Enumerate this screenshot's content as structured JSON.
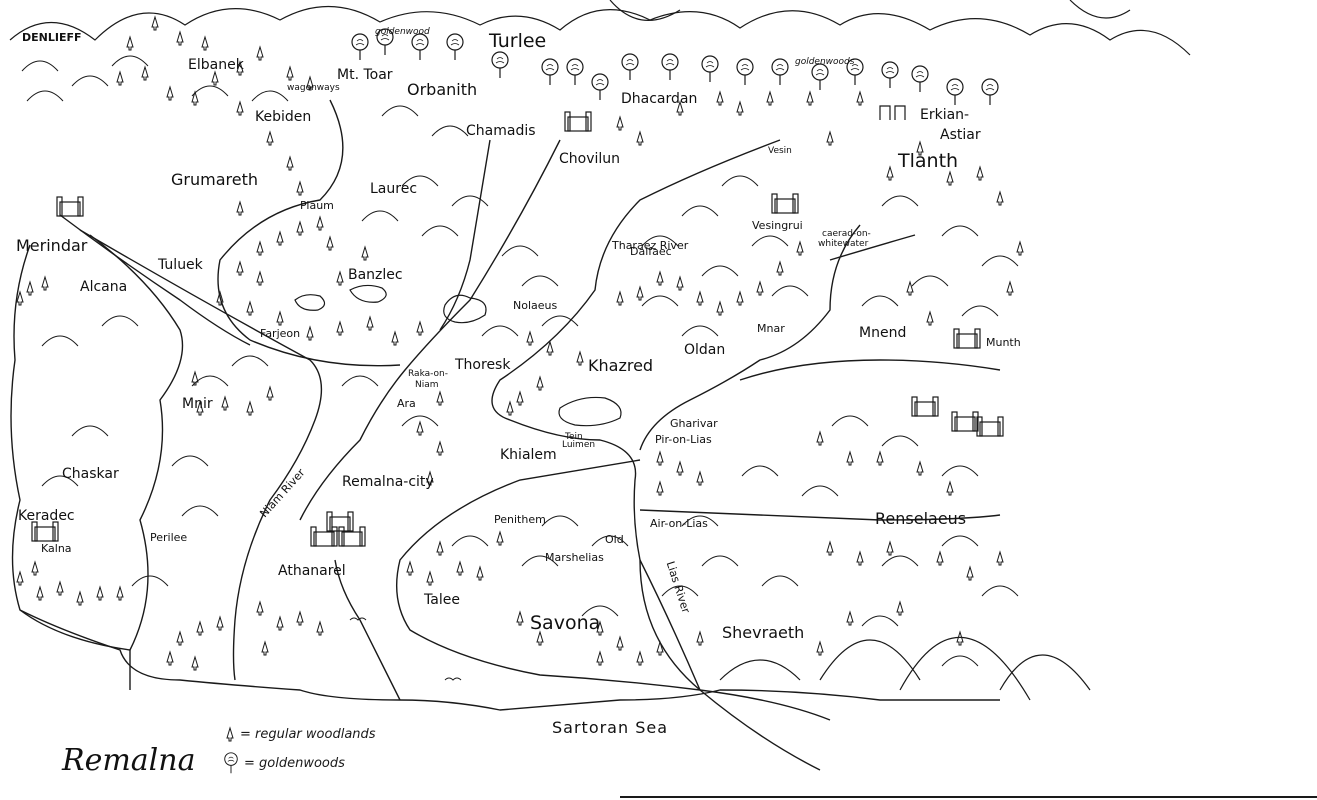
{
  "map": {
    "title": "Remalna",
    "legend": {
      "regular_woodlands": "= regular woodlands",
      "goldenwoods": "= goldenwoods",
      "regular_woodlands_icon": "pine-tree-icon",
      "goldenwoods_icon": "round-tree-icon"
    },
    "regions": {
      "denlieff": "DENLIEFF",
      "elbanek": "Elbanek",
      "mt_toar": "Mt. Toar",
      "orbanith": "Orbanith",
      "turlee": "Turlee",
      "dhacardan": "Dhacardan",
      "erkian_astiar_1": "Erkian-",
      "erkian_astiar_2": "Astiar",
      "tlanth": "Tlanth",
      "kebiden": "Kebiden",
      "chamadis": "Chamadis",
      "chovilun": "Chovilun",
      "grumareth": "Grumareth",
      "laurec": "Laurec",
      "merindar": "Merindar",
      "alcana": "Alcana",
      "tuluek": "Tuluek",
      "banzlec": "Banzlec",
      "nolaeus": "Nolaeus",
      "dalfaec": "Dalfaec",
      "vesingrui": "Vesingrui",
      "farjeon": "Farjeon",
      "thoresk": "Thoresk",
      "khazred": "Khazred",
      "oldan": "Oldan",
      "mnar": "Mnar",
      "mnend": "Mnend",
      "munth": "Munth",
      "mnir": "Mnir",
      "ara": "Ara",
      "khialem": "Khialem",
      "gharivar": "Gharivar",
      "pir_on_lias": "Pir-on-Lias",
      "chaskar": "Chaskar",
      "remalna_city": "Remalna-city",
      "keradec": "Keradec",
      "kalna": "Kalna",
      "perilee": "Perilee",
      "penithem": "Penithem",
      "air_on_lias": "Air-on-Lias",
      "renselaeus": "Renselaeus",
      "old_marshelias_1": "Old",
      "old_marshelias_2": "Marshelias",
      "athanarel": "Athanarel",
      "talee": "Talee",
      "savona": "Savona",
      "shevraeth": "Shevraeth",
      "sartoran_sea": "Sartoran Sea"
    },
    "small_labels": {
      "goldenwood_1": "goldenwood",
      "goldenwoods_2": "goldenwoods",
      "wagonways": "wagonways",
      "piaum": "Piaum",
      "vesin": "Vesin",
      "caerad_on_whitewater_1": "caerad-on-",
      "caerad_on_whitewater_2": "whitewater",
      "raka_on_niam_1": "Raka-on-",
      "raka_on_niam_2": "Niam",
      "luimen": "Luimen",
      "lake_dots": "Tein"
    },
    "rivers": {
      "niam": "Niam River",
      "tharaez": "Tharaez River",
      "lias": "Lias River"
    },
    "ink_color": "#1a1a1a",
    "paper_color": "#ffffff"
  }
}
